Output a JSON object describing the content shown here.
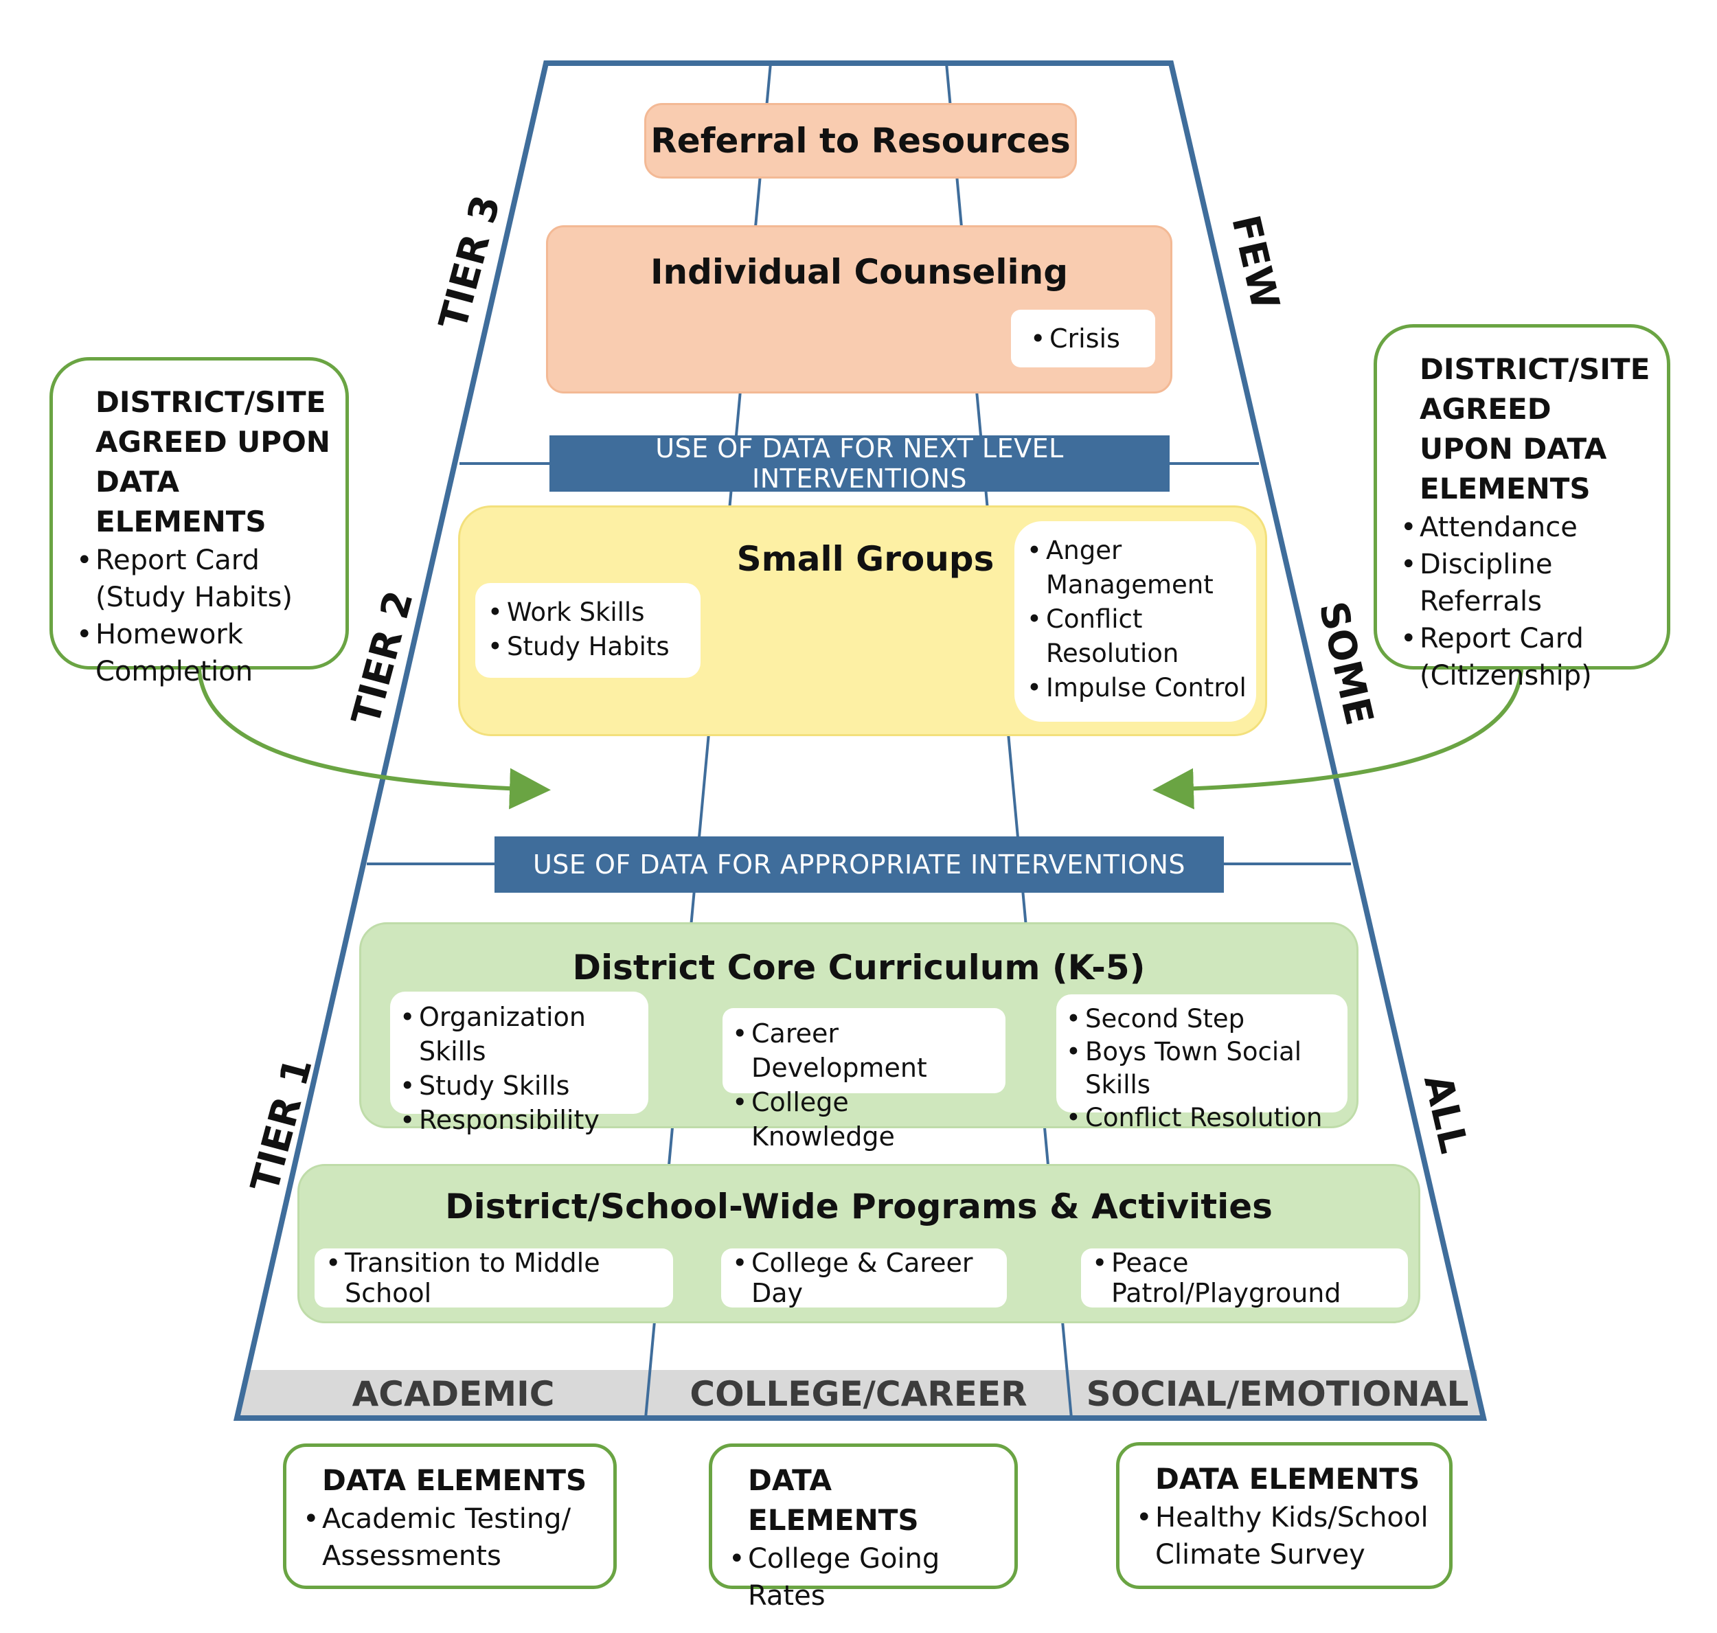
{
  "tiers": {
    "tier3": "TIER 3",
    "tier2": "TIER 2",
    "tier1": "TIER 1"
  },
  "side_labels": {
    "few": "FEW",
    "some": "SOME",
    "all": "ALL"
  },
  "referral": {
    "title": "Referral to Resources"
  },
  "individual_counseling": {
    "title": "Individual Counseling",
    "items": [
      "Crisis"
    ]
  },
  "banners": {
    "next_level": "USE OF DATA FOR NEXT LEVEL INTERVENTIONS",
    "appropriate": "USE OF DATA FOR APPROPRIATE INTERVENTIONS"
  },
  "small_groups": {
    "title": "Small Groups",
    "left_items": [
      "Work Skills",
      "Study Habits"
    ],
    "right_items": [
      "Anger Management",
      "Conflict Resolution",
      "Impulse Control"
    ]
  },
  "core_curriculum": {
    "title": "District Core Curriculum (K-5)",
    "academic_items": [
      "Organization Skills",
      "Study Skills",
      "Responsibility"
    ],
    "career_items": [
      "Career Development",
      "College Knowledge"
    ],
    "social_items": [
      "Second Step",
      "Boys Town Social Skills",
      "Conflict Resolution"
    ]
  },
  "school_wide": {
    "title": "District/School-Wide Programs & Activities",
    "academic_items": [
      "Transition to Middle School"
    ],
    "career_items": [
      "College & Career Day"
    ],
    "social_items": [
      "Peace Patrol/Playground"
    ]
  },
  "columns": {
    "academic": "ACADEMIC",
    "career": "COLLEGE/CAREER",
    "social": "SOCIAL/EMOTIONAL"
  },
  "callouts": {
    "left": {
      "title": "DISTRICT/SITE AGREED UPON DATA ELEMENTS",
      "items": [
        "Report Card (Study Habits)",
        "Homework Completion"
      ]
    },
    "right": {
      "title": "DISTRICT/SITE AGREED UPON DATA ELEMENTS",
      "items": [
        "Attendance",
        "Discipline Referrals",
        "Report Card (Citizenship)"
      ]
    }
  },
  "data_elements": {
    "academic": {
      "title": "DATA ELEMENTS",
      "items": [
        "Academic Testing/ Assessments"
      ]
    },
    "career": {
      "title": "DATA ELEMENTS",
      "items": [
        "College Going Rates"
      ]
    },
    "social": {
      "title": "DATA ELEMENTS",
      "items": [
        "Healthy Kids/School Climate Survey"
      ]
    }
  },
  "colors": {
    "frame": "#3f6d9b",
    "arrow": "#6aa443",
    "peach": "#f9ccb0",
    "yellow": "#fdf0a4",
    "green": "#cfe7bd",
    "label_bar": "#d9d9d9"
  }
}
